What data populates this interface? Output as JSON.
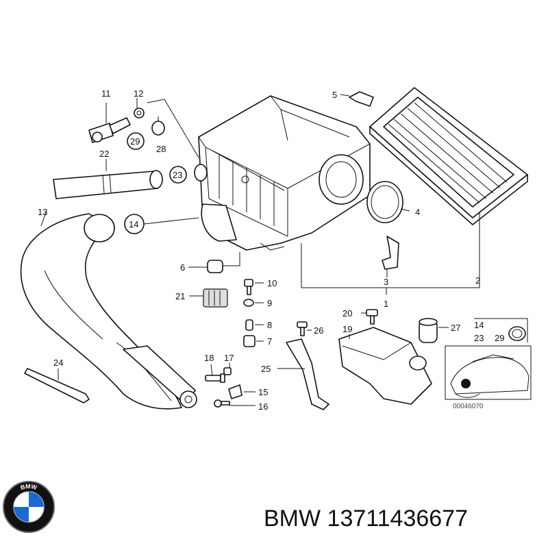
{
  "callouts": {
    "c1": "1",
    "c2": "2",
    "c3": "3",
    "c4": "4",
    "c5": "5",
    "c6": "6",
    "c7": "7",
    "c8": "8",
    "c9": "9",
    "c10": "10",
    "c11": "11",
    "c12": "12",
    "c13": "13",
    "c14": "14",
    "c15": "15",
    "c16": "16",
    "c17": "17",
    "c18": "18",
    "c19": "19",
    "c20": "20",
    "c21": "21",
    "c22": "22",
    "c23": "23",
    "c24": "24",
    "c25": "25",
    "c26": "26",
    "c27": "27",
    "c28": "28",
    "c29": "29",
    "inset14": "14",
    "inset23": "23",
    "inset29": "29"
  },
  "diagram_code": "00046070",
  "caption": "BMW 13711436677",
  "logo": {
    "name": "bmw-roundel",
    "text": "BMW",
    "colors": {
      "blue": "#1c69d4",
      "black": "#111111",
      "white": "#ffffff"
    }
  }
}
